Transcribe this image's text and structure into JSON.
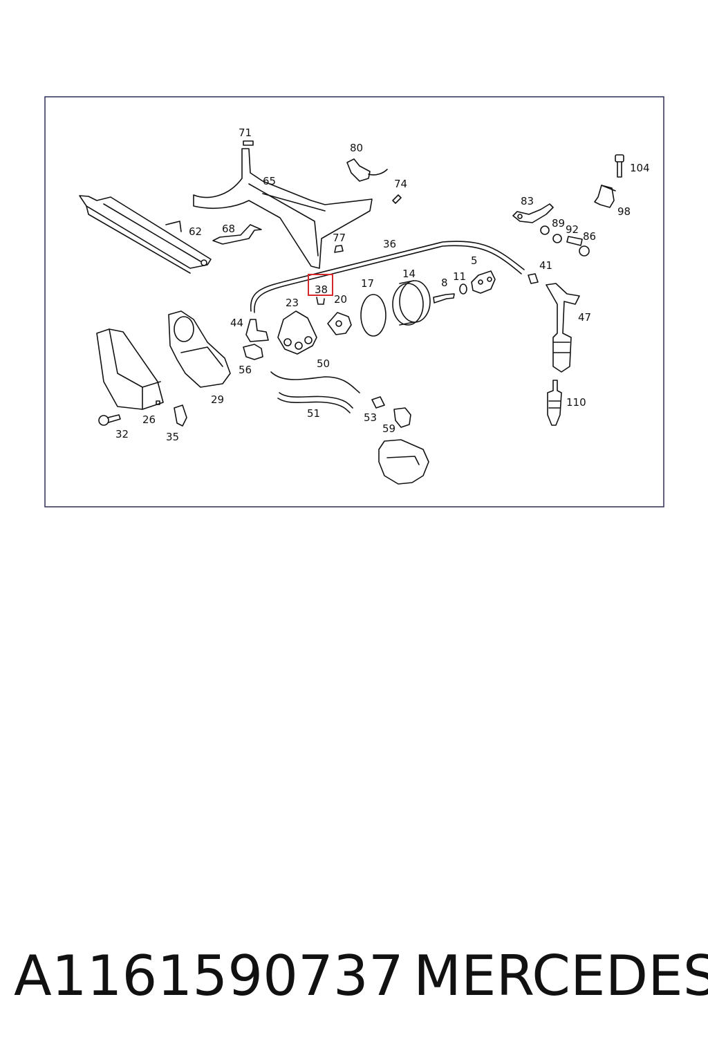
{
  "highlight_color": "#d62828",
  "border_color": "#2b2b55",
  "diagram": {
    "callouts": {
      "n71": "71",
      "n80": "80",
      "n104": "104",
      "n65": "65",
      "n74": "74",
      "n83": "83",
      "n98": "98",
      "n62": "62",
      "n68": "68",
      "n89": "89",
      "n92": "92",
      "n86": "86",
      "n77": "77",
      "n36": "36",
      "n5": "5",
      "n41": "41",
      "n14": "14",
      "n8": "8",
      "n11": "11",
      "n38": "38",
      "n17": "17",
      "n23": "23",
      "n20": "20",
      "n44": "44",
      "n47": "47",
      "n56": "56",
      "n50": "50",
      "n29": "29",
      "n110": "110",
      "n51": "51",
      "n53": "53",
      "n26": "26",
      "n59": "59",
      "n32": "32",
      "n35": "35"
    }
  },
  "caption": {
    "part_number": "A1161590737",
    "brand": "MERCEDES"
  }
}
